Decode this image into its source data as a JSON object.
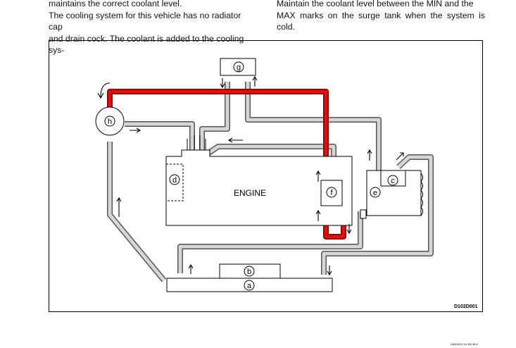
{
  "text": {
    "left_lines": [
      "maintains the correct coolant level.",
      "The cooling system for this vehicle has no radiator cap",
      "and drain cock. The coolant is added to the cooling sys-"
    ],
    "right_lines": [
      "Maintain the coolant level between the MIN and the",
      "MAX marks on the surge tank when the system is cold."
    ]
  },
  "diagram": {
    "engine_label": "ENGINE",
    "callouts": {
      "a": "a",
      "b": "b",
      "c": "c",
      "d": "d",
      "e": "e",
      "f": "f",
      "g": "g",
      "h": "h"
    },
    "figure_code": "D102D001",
    "colors": {
      "hot_coolant": "#e01010",
      "hose": "#555555",
      "hose_fill": "#d6d6d6"
    }
  },
  "footer": {
    "text": "DAEWOO M-150 BL2"
  }
}
